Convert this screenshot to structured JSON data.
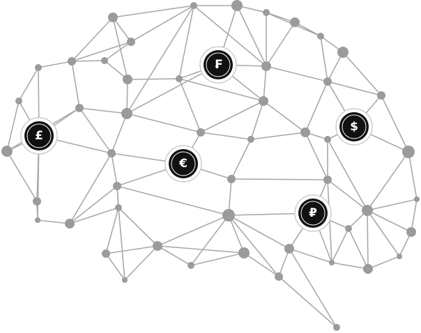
{
  "illustration": {
    "subject": "brain-network",
    "colors": {
      "line": "#a9a9a9",
      "node": "#9b9b9b",
      "coin": "#111111",
      "ring": "#cfcfcf"
    },
    "currencies": [
      {
        "name": "pound",
        "symbol": "£"
      },
      {
        "name": "franc",
        "symbol": "₣"
      },
      {
        "name": "euro",
        "symbol": "€"
      },
      {
        "name": "dollar",
        "symbol": "$"
      },
      {
        "name": "ruble",
        "symbol": "₽"
      }
    ]
  }
}
